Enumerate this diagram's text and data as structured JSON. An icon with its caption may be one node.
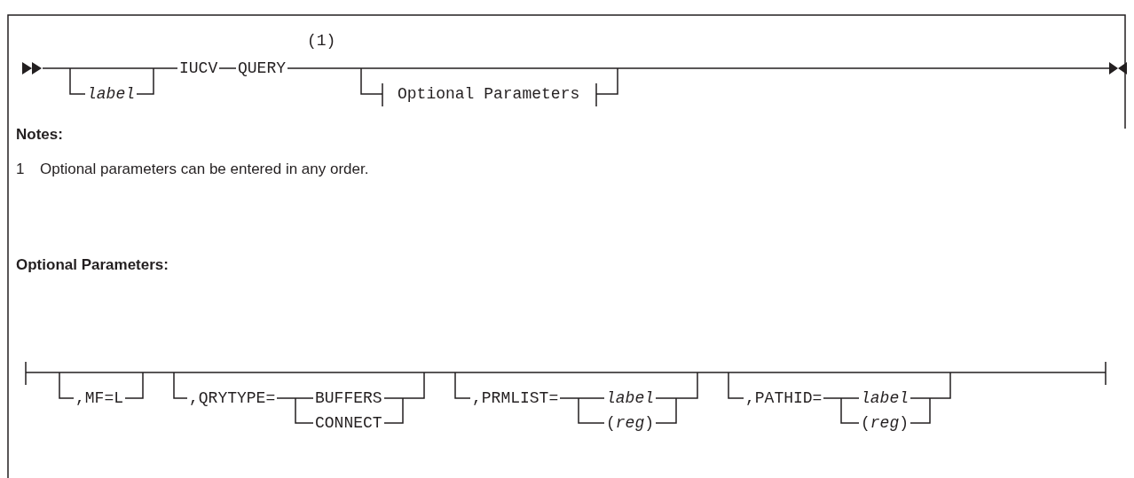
{
  "diagram": {
    "labels": [
      "(1)",
      "label",
      "IUCV",
      "QUERY",
      "Optional Parameters",
      "Notes:",
      "1",
      "Optional parameters can be entered in any order.",
      "Optional Parameters:",
      ",MF=L",
      ",QRYTYPE=",
      "BUFFERS",
      "CONNECT",
      ",PRMLIST=",
      "label",
      "(*reg*)",
      ",PATHID=",
      "label",
      "(*reg*)"
    ]
  }
}
